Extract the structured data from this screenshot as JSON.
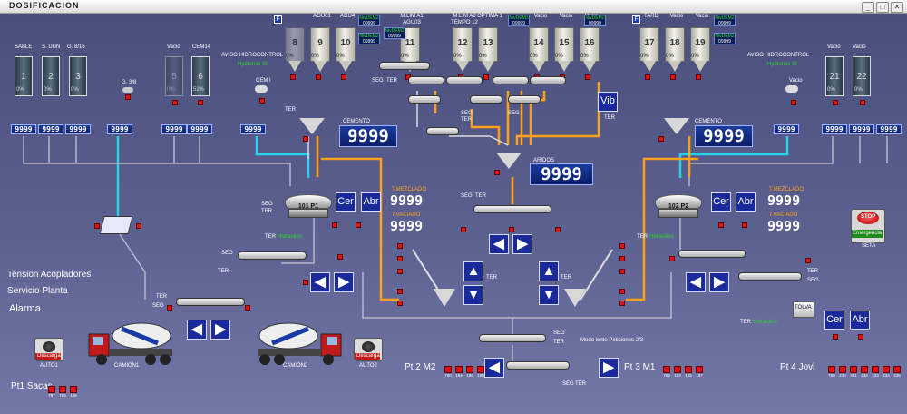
{
  "window": {
    "title": "DOSIFICACION",
    "buttons": [
      "_",
      "□",
      "✕"
    ]
  },
  "left_agg_silos": [
    {
      "label": "SABLE",
      "num": "1",
      "pct": "0%"
    },
    {
      "label": "S. DUN",
      "num": "2",
      "pct": "0%"
    },
    {
      "label": "G. 8/16",
      "num": "3",
      "pct": "0%"
    }
  ],
  "left_cem_silos": [
    {
      "label": "Vacio",
      "num": "5",
      "pct": "0%"
    },
    {
      "label": "CEM14",
      "num": "6",
      "pct": "52%"
    }
  ],
  "right_cem_silos": [
    {
      "label": "Vacio",
      "num": "21",
      "pct": "0%"
    },
    {
      "label": "Vacio",
      "num": "22",
      "pct": "0%"
    }
  ],
  "top_silos": [
    {
      "label": "",
      "num": "8",
      "pct": "0%",
      "dim": true
    },
    {
      "label": "AGU01",
      "num": "9",
      "pct": "0%"
    },
    {
      "label": "AGU4",
      "num": "10",
      "pct": "0%"
    },
    {
      "label": "M.LIM A1\nAGU03",
      "num": "11",
      "pct": "0%"
    },
    {
      "label": "M.LIM A2\nTEMPO 12",
      "num": "12",
      "pct": "0%"
    },
    {
      "label": "OPTIMA 1",
      "num": "13",
      "pct": "0%"
    },
    {
      "label": "Vacio",
      "num": "14",
      "pct": "0%"
    },
    {
      "label": "Vacio",
      "num": "15",
      "pct": "0%"
    },
    {
      "label": "Vacio",
      "num": "16",
      "pct": "0%"
    },
    {
      "label": "TARD",
      "num": "17",
      "pct": "0%"
    },
    {
      "label": "Vacio",
      "num": "18",
      "pct": "0%"
    },
    {
      "label": "Vacio",
      "num": "19",
      "pct": "0%"
    }
  ],
  "niv": {
    "label": "NivDEM2",
    "value": "09999"
  },
  "counters": {
    "small": "9999",
    "big": "9999"
  },
  "labels": {
    "g38": "G. 3/8",
    "cem1": "CEM I",
    "aviso_left": "AVISO HIDROCONTROL",
    "aviso_right": "AVISO HIDROCONTROL",
    "hydro_left": "Hydromix SI",
    "hydro_right": "Hydromix SI",
    "cemento_left": "CEMENTO",
    "cemento_right": "CEMENTO",
    "aridos": "ARIDOS",
    "vib": "Vib",
    "t_mezclado_l": "T.MEZCLADO",
    "t_vaciado_l": "T.VACIADO",
    "t_mezclado_r": "T.MEZCLADO",
    "t_vaciado_r": "T.VACIADO",
    "mixer_left": "101 P1",
    "mixer_right": "102 P2",
    "cer": "Cer",
    "abr": "Abr",
    "hidraulico": "Hidraulico",
    "seg": "SEG",
    "ter": "TER",
    "tension": "Tension Acopladores",
    "servicio": "Servicio Planta",
    "alarma": "Alarma",
    "pt1": "Pt1 Sacas",
    "pt2": "Pt 2 M2",
    "pt3": "Pt 3 M1",
    "pt4": "Pt 4 Jovi",
    "modo": "Modo lento Peticiones 2/3",
    "camion1": "CAMION1",
    "camion2": "CAMION2",
    "descarga": "Descarga",
    "auto1": "AUTO1",
    "auto2": "AUTO2",
    "stop": "STOP",
    "emergencia": "Emergencia",
    "seta": "SETA",
    "tolva": "TOLVA",
    "vacio": "Vacio"
  },
  "num_codes": {
    "pt1": [
      "787",
      "785",
      "186"
    ],
    "pt2": [
      "760",
      "194",
      "196",
      "180"
    ],
    "pt3": [
      "759",
      "193",
      "195",
      "197"
    ],
    "pt4": [
      "760",
      "230",
      "231",
      "232",
      "233",
      "234",
      "235"
    ]
  },
  "icons": {
    "left": "left-arrow",
    "right": "right-arrow",
    "up": "up-arrow",
    "down": "down-arrow"
  },
  "colors": {
    "bg": "#5a5e8e",
    "orange_line": "#ffa21a",
    "cyan_line": "#26d4ea",
    "display_blue": "#0c1e6a",
    "status_red": "#d11111",
    "status_green": "#29d629"
  }
}
